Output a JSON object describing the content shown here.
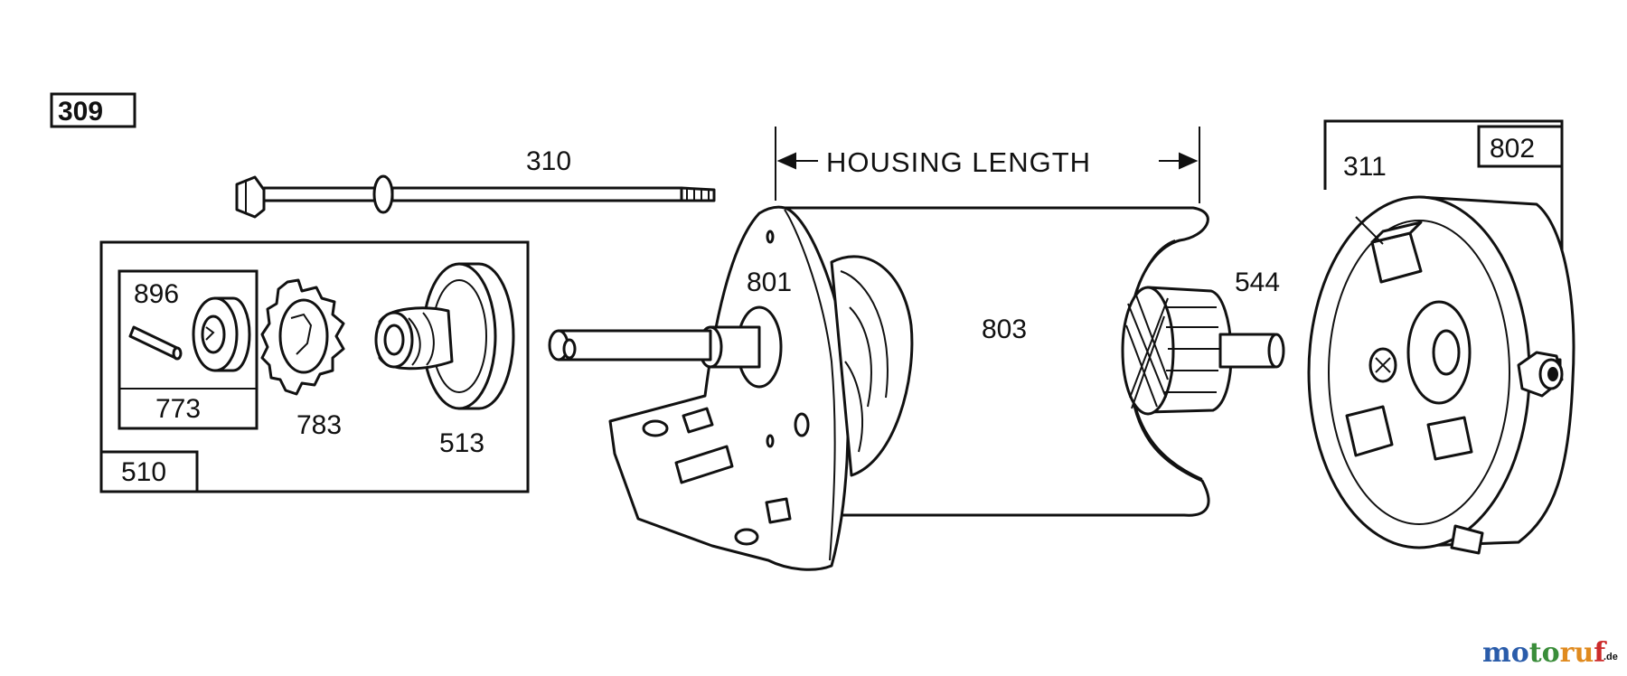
{
  "diagram": {
    "dimension_label": "HOUSING LENGTH",
    "labels": {
      "p309": "309",
      "p310": "310",
      "p311": "311",
      "p510": "510",
      "p513": "513",
      "p544": "544",
      "p773": "773",
      "p783": "783",
      "p801": "801",
      "p802": "802",
      "p803": "803",
      "p896": "896"
    },
    "watermark": {
      "text": "motoruf",
      "suffix": ".de",
      "colors": [
        "#2a5caa",
        "#3a8d3a",
        "#e08a1e",
        "#cc2a2a"
      ]
    }
  }
}
